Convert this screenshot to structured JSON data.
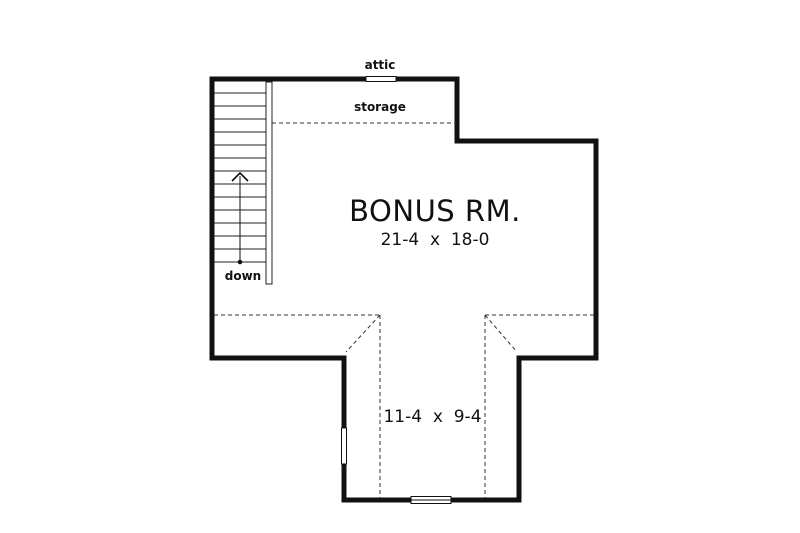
{
  "labels": {
    "attic_line1": "attic",
    "attic_line2": "storage",
    "stair_direction": "down",
    "room_name": "BONUS RM.",
    "room_dimensions": "21-4  x  18-0",
    "alcove_dimensions": "11-4  x  9-4"
  },
  "colors": {
    "wall": "#111111",
    "background": "#ffffff"
  }
}
